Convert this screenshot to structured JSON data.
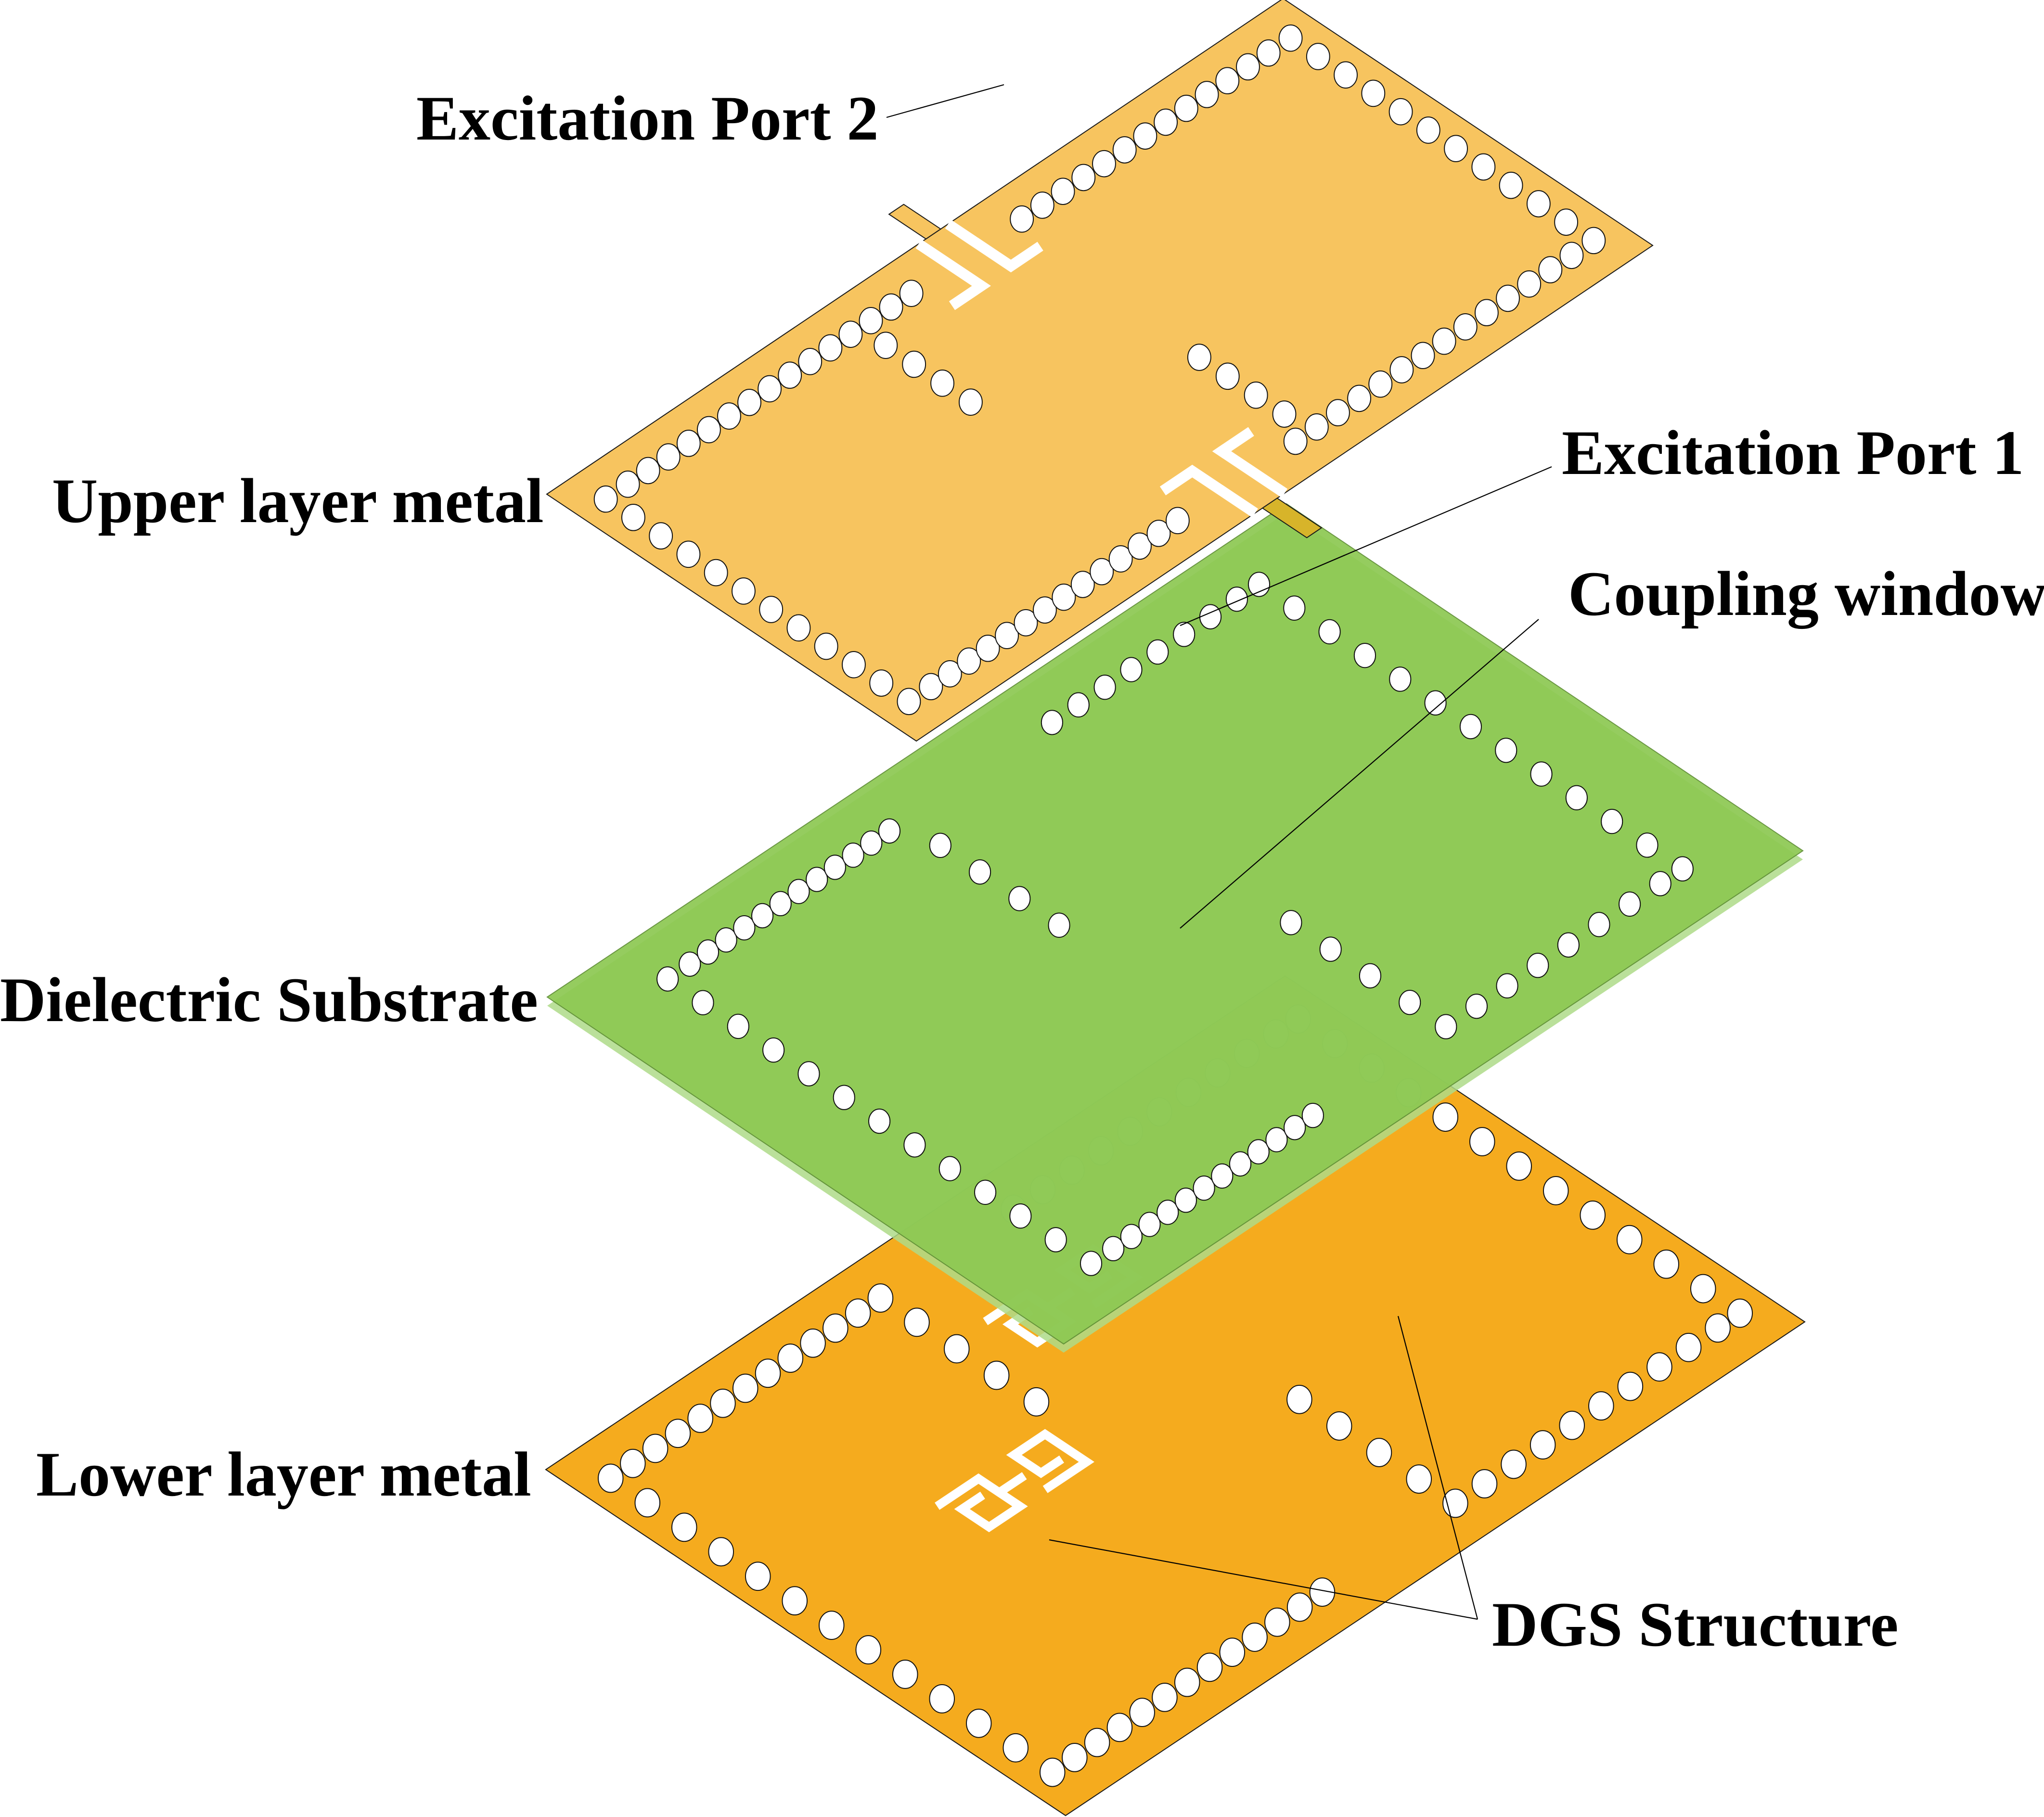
{
  "figure": {
    "title": "Exploded view of substrate integrated waveguide filter layers"
  },
  "labels": {
    "port2": "Excitation Port 2",
    "port1": "Excitation Port 1",
    "coupling_window": "Coupling window",
    "upper_layer": "Upper layer metal",
    "substrate": "Dielectric Substrate",
    "lower_layer": "Lower layer metal",
    "dgs": "DGS Structure"
  },
  "layers": [
    {
      "id": "upper",
      "name": "Upper layer metal",
      "color": "#F7C45F"
    },
    {
      "id": "substrate",
      "name": "Dielectric Substrate",
      "color": "#8DC953",
      "edge_color": "#AEDB88"
    },
    {
      "id": "lower",
      "name": "Lower layer metal",
      "color": "#F5AB1E"
    }
  ],
  "colors": {
    "port_overlap": "#D7B42A",
    "via_fill": "#FFFFFF",
    "text": "#000000"
  }
}
